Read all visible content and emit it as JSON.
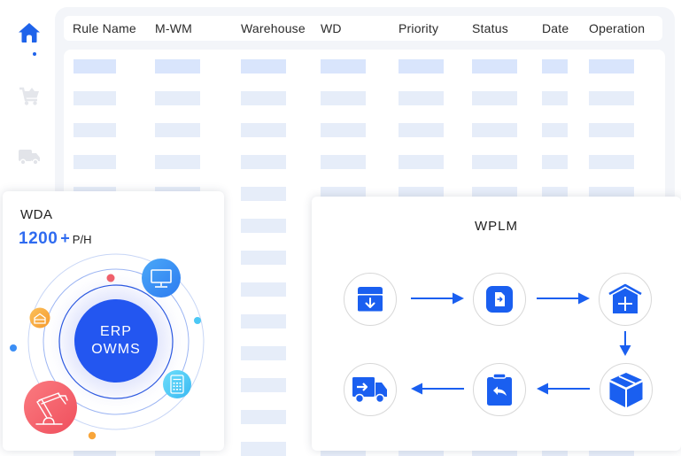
{
  "sidebar": {
    "items": [
      {
        "icon": "home-icon",
        "active": true
      },
      {
        "icon": "cart-icon",
        "active": false
      },
      {
        "icon": "truck-icon",
        "active": false
      }
    ]
  },
  "table": {
    "columns": [
      "Rule Name",
      "M-WM",
      "Warehouse",
      "WD",
      "Priority",
      "Status",
      "Date",
      "Operation"
    ],
    "placeholder_row_count": 13
  },
  "wda": {
    "title": "WDA",
    "metric_value": "1200",
    "metric_plus": "+",
    "metric_unit": "P/H",
    "hub_line1": "ERP",
    "hub_line2": "OWMS",
    "satellites": [
      "monitor-icon",
      "warehouse-icon",
      "calculator-icon",
      "robot-arm-icon"
    ],
    "colors": {
      "accent": "#2f6bf0",
      "hub": "#2356f0",
      "robot": "#f4606a",
      "monitor": "#3b8ef5",
      "calculator": "#4cc8f5",
      "warehouse": "#f8a53a"
    }
  },
  "wplm": {
    "title": "WPLM",
    "steps": [
      {
        "icon": "inbound-box-icon",
        "name": "inbound"
      },
      {
        "icon": "document-icon",
        "name": "document"
      },
      {
        "icon": "warehouse-add-icon",
        "name": "storage"
      },
      {
        "icon": "package-icon",
        "name": "package"
      },
      {
        "icon": "return-clipboard-icon",
        "name": "return"
      },
      {
        "icon": "delivery-truck-icon",
        "name": "shipping"
      }
    ],
    "accent": "#1a5ff0"
  }
}
